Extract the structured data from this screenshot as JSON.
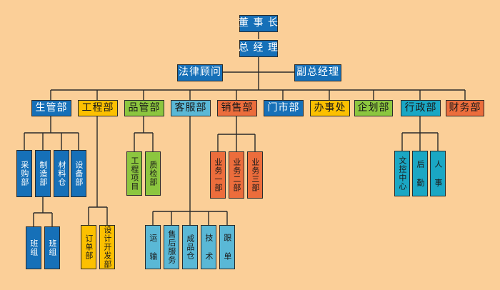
{
  "colors": {
    "background": "#fbcf98",
    "blue": "#1670b8",
    "yellow": "#fcc000",
    "green": "#8cc63f",
    "light_blue": "#5ab8d6",
    "red": "#ec6d3c",
    "cyan": "#1aa7c4",
    "line": "#2a2a2a"
  },
  "top": {
    "chairman": "董 事 长",
    "general_manager": "总 经 理",
    "legal_advisor": "法律顾问",
    "deputy_gm": "副总经理"
  },
  "departments": {
    "production": "生管部",
    "engineering": "工程部",
    "quality": "品管部",
    "customer_service": "客服部",
    "sales": "销售部",
    "stores": "门市部",
    "office": "办事处",
    "planning": "企划部",
    "administration": "行政部",
    "finance": "财务部"
  },
  "production_units": {
    "purchasing": "采购部",
    "manufacturing": "制造部",
    "materials": "材料仓",
    "equipment": "设备部"
  },
  "production_teams": [
    "班组",
    "班组"
  ],
  "engineering_units": {
    "orders": "订单部",
    "design": "设计开发部"
  },
  "quality_units": {
    "project": "工程项目",
    "inspection": "质检部"
  },
  "customer_service_units": {
    "transport": "运 输",
    "after_sales": "售后服务",
    "finished_goods": "成品仓",
    "technical": "技 术",
    "follow_up": "跟 单"
  },
  "sales_units": {
    "dept1": "业务一部",
    "dept2": "业务二部",
    "dept3": "业务三部"
  },
  "admin_units": {
    "document_center": "文控中心",
    "logistics": "后 勤",
    "hr": "人 事"
  }
}
